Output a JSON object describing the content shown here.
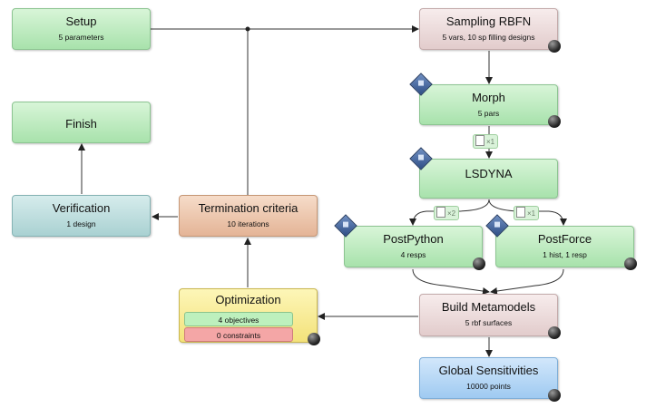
{
  "nodes": {
    "setup": {
      "title": "Setup",
      "sub": "5 parameters"
    },
    "sampling": {
      "title": "Sampling RBFN",
      "sub": "5 vars, 10 sp filling designs"
    },
    "finish": {
      "title": "Finish"
    },
    "morph": {
      "title": "Morph",
      "sub": "5 pars"
    },
    "lsdyna": {
      "title": "LSDYNA"
    },
    "verification": {
      "title": "Verification",
      "sub": "1 design"
    },
    "termination": {
      "title": "Termination criteria",
      "sub": "10 iterations"
    },
    "postpython": {
      "title": "PostPython",
      "sub": "4 resps"
    },
    "postforce": {
      "title": "PostForce",
      "sub": "1 hist, 1 resp"
    },
    "optimization": {
      "title": "Optimization",
      "objectives": "4 objectives",
      "constraints": "0 constraints"
    },
    "build_metamodels": {
      "title": "Build Metamodels",
      "sub": "5 rbf surfaces"
    },
    "global_sensitivities": {
      "title": "Global Sensitivities",
      "sub": "10000 points"
    }
  },
  "file_badges": {
    "morph_to_lsdyna": "×1",
    "lsdyna_to_postpython": "×2",
    "lsdyna_to_postforce": "×1"
  },
  "colors": {
    "green": "#a8e2ac",
    "pink": "#e2cccc",
    "teal": "#a9d1d2",
    "orange": "#e4b496",
    "blue": "#9fcaf1",
    "yellow": "#f3e27a",
    "objectives": "#bdf0bd",
    "constraints": "#f4a6a6"
  },
  "icons": {
    "node_status": "status-ball-icon",
    "script_node": "script-diamond-icon",
    "file_transfer": "file-icon"
  }
}
